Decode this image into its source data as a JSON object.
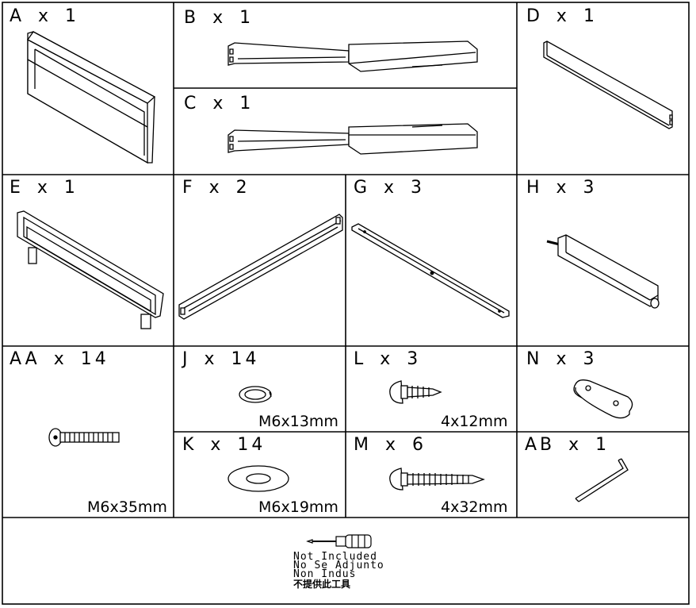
{
  "parts": [
    {
      "id": "A",
      "label": "A x 1"
    },
    {
      "id": "B",
      "label": "B x 1"
    },
    {
      "id": "C",
      "label": "C x 1"
    },
    {
      "id": "D",
      "label": "D x 1"
    },
    {
      "id": "E",
      "label": "E x 1"
    },
    {
      "id": "F",
      "label": "F x 2"
    },
    {
      "id": "G",
      "label": "G x 3"
    },
    {
      "id": "H",
      "label": "H x 3"
    },
    {
      "id": "AA",
      "label": "AA x 14",
      "size": "M6x35mm"
    },
    {
      "id": "J",
      "label": "J x 14",
      "size": "M6x13mm"
    },
    {
      "id": "K",
      "label": "K x 14",
      "size": "M6x19mm"
    },
    {
      "id": "L",
      "label": "L x 3",
      "size": "4x12mm"
    },
    {
      "id": "M",
      "label": "M x 6",
      "size": "4x32mm"
    },
    {
      "id": "N",
      "label": "N x 3"
    },
    {
      "id": "AB",
      "label": "AB x 1"
    }
  ],
  "tools_note": {
    "lines": [
      "Not Included",
      "No Se Adjunto",
      "Non Indus",
      "不提供此工具"
    ],
    "icon": "screwdriver-icon"
  }
}
